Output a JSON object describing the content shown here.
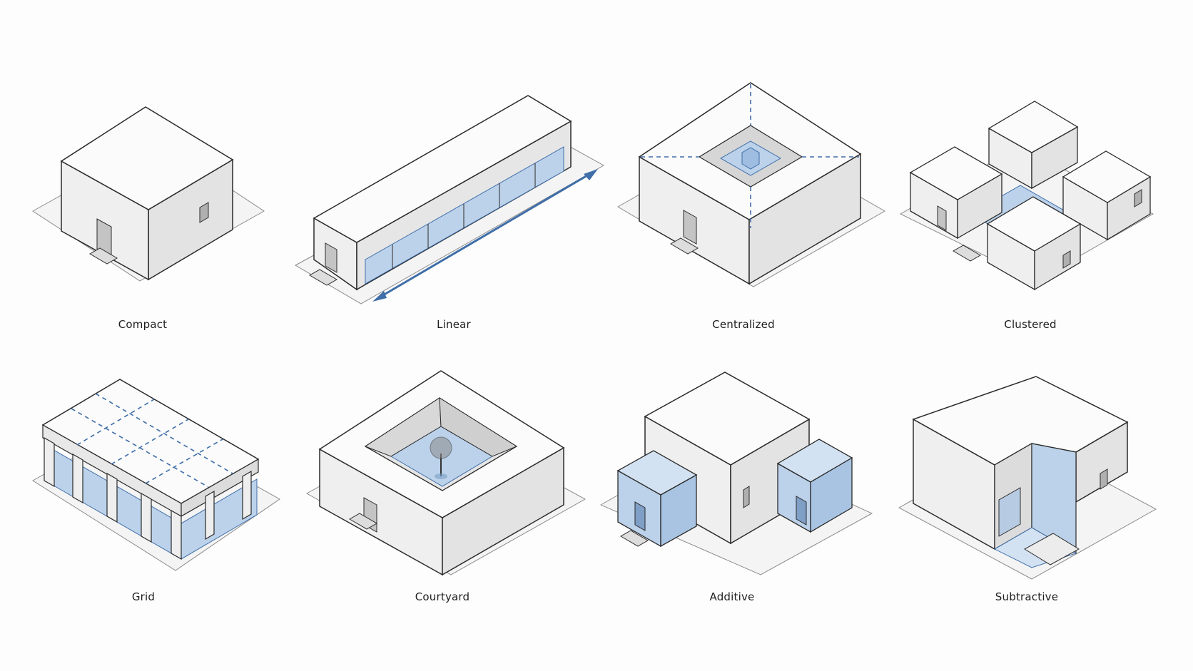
{
  "diagrams": [
    {
      "id": "compact",
      "label": "Compact"
    },
    {
      "id": "linear",
      "label": "Linear"
    },
    {
      "id": "centralized",
      "label": "Centralized"
    },
    {
      "id": "clustered",
      "label": "Clustered"
    },
    {
      "id": "grid",
      "label": "Grid"
    },
    {
      "id": "courtyard",
      "label": "Courtyard"
    },
    {
      "id": "additive",
      "label": "Additive"
    },
    {
      "id": "subtractive",
      "label": "Subtractive"
    }
  ],
  "colors": {
    "top": "#fbfbfb",
    "left_face": "#eeeeee",
    "right_face": "#e2e2e2",
    "ground": "#f4f4f4",
    "outline": "#2b2b2b",
    "accent_blue": "#bcd2ea",
    "accent_line": "#3f6ea8",
    "glass": "#9fbde0"
  }
}
